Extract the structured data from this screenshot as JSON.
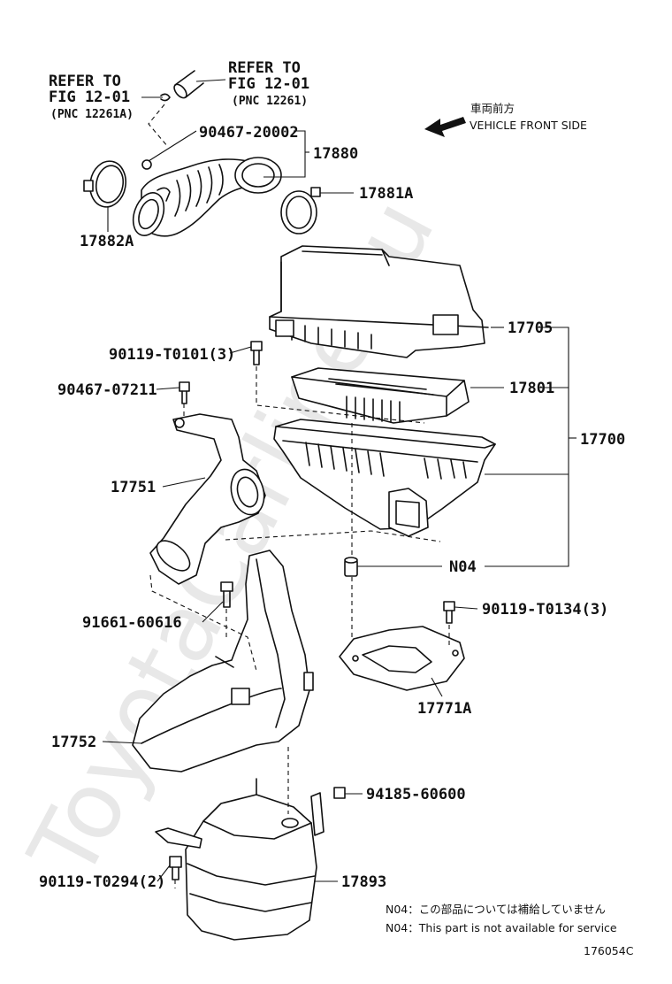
{
  "watermark": "ToyotaCarline.ru",
  "refs": {
    "ref_a": {
      "line1": "REFER TO",
      "line2": "FIG 12-01",
      "line3": "(PNC 12261A)"
    },
    "ref_b": {
      "line1": "REFER TO",
      "line2": "FIG 12-01",
      "line3": "(PNC 12261)"
    }
  },
  "direction": {
    "jp": "車両前方",
    "en": "VEHICLE FRONT SIDE"
  },
  "labels": {
    "p_90467_20002": "90467-20002",
    "p_17880": "17880",
    "p_17881A": "17881A",
    "p_17882A": "17882A",
    "p_17705": "17705",
    "p_90119_T0101": "90119-T0101(3)",
    "p_90467_07211": "90467-07211",
    "p_17801": "17801",
    "p_17700": "17700",
    "p_17751": "17751",
    "p_N04": "N04",
    "p_91661_60616": "91661-60616",
    "p_90119_T0134": "90119-T0134(3)",
    "p_17771A": "17771A",
    "p_17752": "17752",
    "p_94185_60600": "94185-60600",
    "p_90119_T0294": "90119-T0294(2)",
    "p_17893": "17893"
  },
  "notes": {
    "jp": "N04：この部品については補給していません",
    "en": "N04：This part is not available for service"
  },
  "figure_code": "176054C"
}
